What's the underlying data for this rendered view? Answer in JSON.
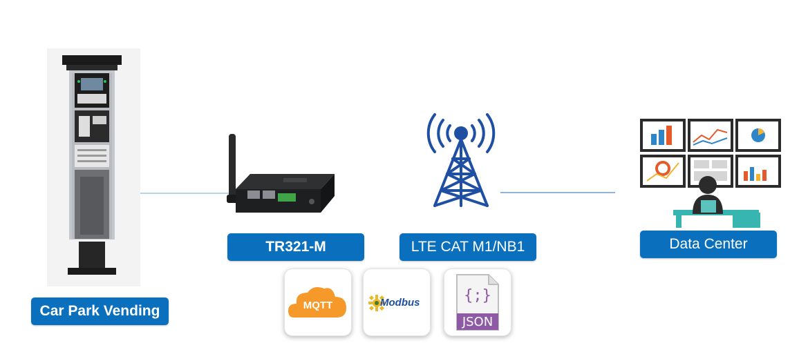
{
  "nodes": {
    "vending": {
      "label": "Car Park Vending"
    },
    "router": {
      "label": "TR321-M"
    },
    "network": {
      "label": "LTE CAT M1/NB1"
    },
    "datacenter": {
      "label": "Data Center"
    }
  },
  "protocols": [
    {
      "icon": "mqtt-cloud-icon",
      "label": "MQTT"
    },
    {
      "icon": "modbus-logo-icon",
      "label": "Modbus"
    },
    {
      "icon": "json-file-icon",
      "label": "JSON",
      "glyph": "{;}"
    }
  ],
  "colors": {
    "accent": "#0a6fbd",
    "tower": "#1f4fa3",
    "mqtt": "#f59a2a",
    "json": "#8e5aa5"
  }
}
